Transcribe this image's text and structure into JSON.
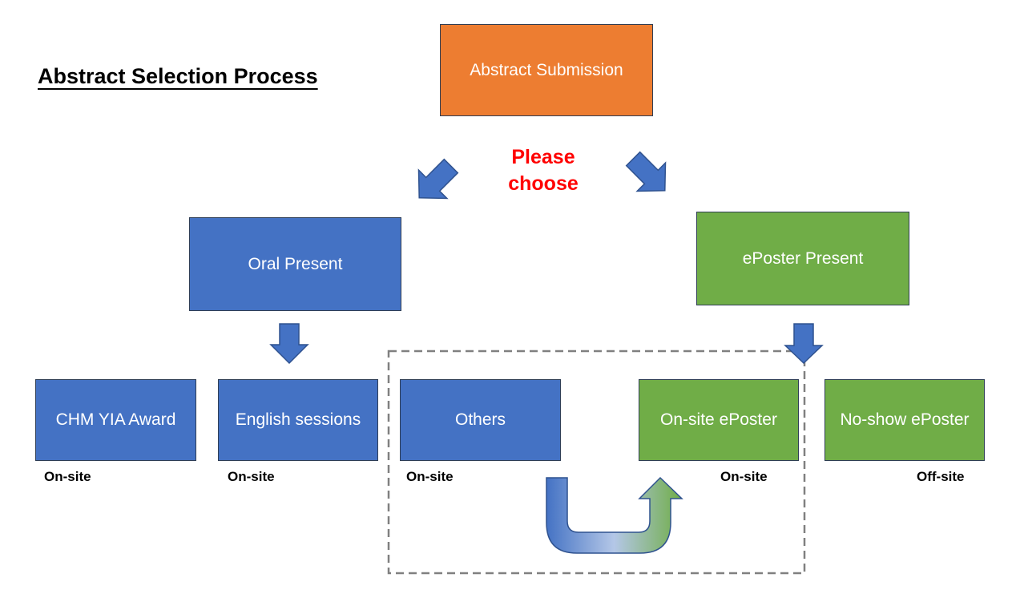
{
  "title": "Abstract Selection Process",
  "prompt": "Please choose",
  "nodes": {
    "submission": "Abstract Submission",
    "oral": "Oral Present",
    "eposter": "ePoster Present",
    "chm_yia": "CHM YIA Award",
    "english": "English sessions",
    "others": "Others",
    "onsite_eposter": "On-site ePoster",
    "noshow_eposter": "No-show ePoster"
  },
  "locations": {
    "chm_yia": "On-site",
    "english": "On-site",
    "others": "On-site",
    "onsite_eposter": "On-site",
    "noshow_eposter": "Off-site"
  },
  "colors": {
    "orange": "#ed7d31",
    "blue": "#4472c4",
    "green": "#70ad47",
    "prompt_red": "#ff0000",
    "dash_gray": "#808080"
  }
}
